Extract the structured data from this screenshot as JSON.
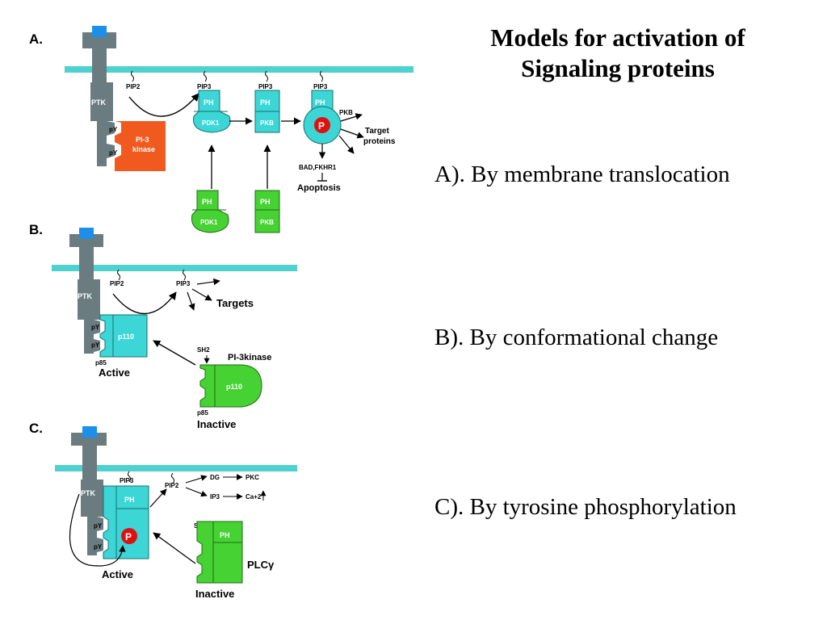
{
  "title": {
    "line1": "Models for activation of",
    "line2": "Signaling proteins"
  },
  "captions": {
    "a": "A). By membrane translocation",
    "b": "B). By conformational change",
    "c": "C). By tyrosine phosphorylation"
  },
  "panel_a": {
    "letter": "A.",
    "ptk": "PTK",
    "py1": "pY",
    "py2": "pY",
    "pi3_line1": "PI-3",
    "pi3_line2": "kinase",
    "pip2": "PIP2",
    "pip3_1": "PIP3",
    "pip3_2": "PIP3",
    "pip3_3": "PIP3",
    "ph1": "PH",
    "pdk1": "PDK1",
    "ph2": "PH",
    "pkb": "PKB",
    "ph3": "PH",
    "p": "P",
    "pkb_label": "PKB",
    "target_line1": "Target",
    "target_line2": "proteins",
    "bad": "BAD,FKHR1",
    "apoptosis": "Apoptosis",
    "ph_green1": "PH",
    "pdk1_green": "PDK1",
    "ph_green2": "PH",
    "pkb_green": "PKB"
  },
  "panel_b": {
    "letter": "B.",
    "ptk": "PTK",
    "pip2": "PIP2",
    "pip3": "PIP3",
    "targets": "Targets",
    "py1": "pY",
    "py2": "pY",
    "p110_active": "p110",
    "p85_active": "p85",
    "active": "Active",
    "sh2": "SH2",
    "pi3kinase": "PI-3kinase",
    "p110_inactive": "p110",
    "p85_inactive": "p85",
    "inactive": "Inactive"
  },
  "panel_c": {
    "letter": "C.",
    "ptk": "PTK",
    "pip3": "PIP3",
    "ph": "PH",
    "pip2": "PIP2",
    "dg": "DG",
    "pkc": "PKC",
    "ip3": "IP3",
    "ca": "Ca+2",
    "py1": "pY",
    "py2": "pY",
    "p": "P",
    "active": "Active",
    "sh2": "SH2",
    "ph_inactive": "PH",
    "plc": "PLCγ",
    "inactive": "Inactive"
  },
  "colors": {
    "membrane": "#4fd1cf",
    "receptor": "#6b7c80",
    "receptor_top": "#1e8fe8",
    "pi3_kinase": "#f05a1e",
    "cyan_protein": "#3cd6d6",
    "green_protein": "#46d232",
    "phospho": "#e01010"
  }
}
